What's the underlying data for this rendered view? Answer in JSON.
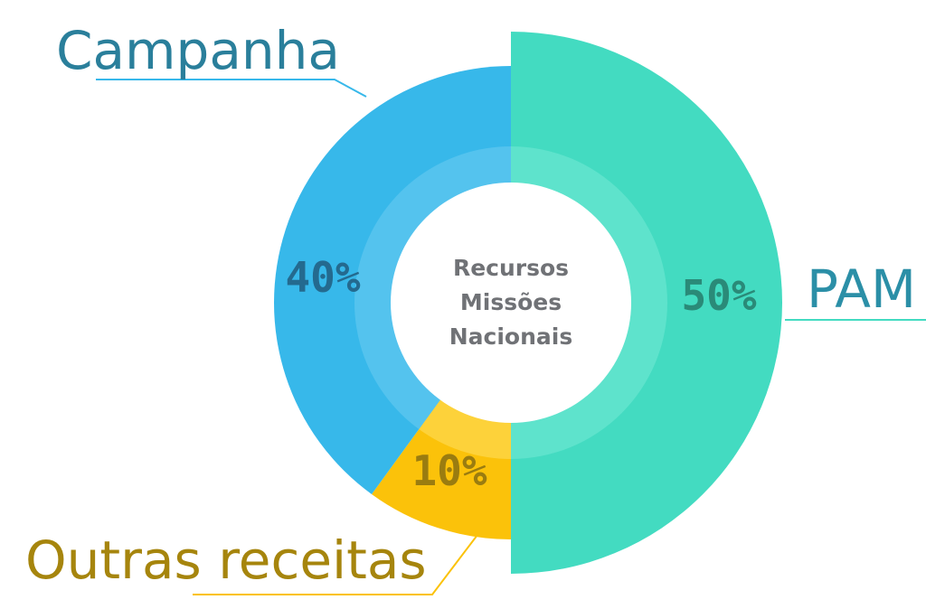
{
  "chart_data": {
    "type": "pie",
    "style": "donut",
    "center_title": [
      "Recursos",
      "Missões",
      "Nacionais"
    ],
    "slices": [
      {
        "name": "PAM",
        "value": 50,
        "label": "50%",
        "color": "#43dbc1",
        "inner_color": "#5ee3cc",
        "text_color": "#2a8a78",
        "callout_color": "#2b8fa7",
        "line_color": "#43dbc1"
      },
      {
        "name": "Outras receitas",
        "value": 10,
        "label": "10%",
        "color": "#fbc20a",
        "inner_color": "#fdd23a",
        "text_color": "#9a7c10",
        "callout_color": "#a6850d",
        "line_color": "#fbc20a"
      },
      {
        "name": "Campanha",
        "value": 40,
        "label": "40%",
        "color": "#37b8ea",
        "inner_color": "#54c3ee",
        "text_color": "#246a8f",
        "callout_color": "#2a7f9b",
        "line_color": "#37b8ea"
      }
    ],
    "legend": "callouts"
  }
}
